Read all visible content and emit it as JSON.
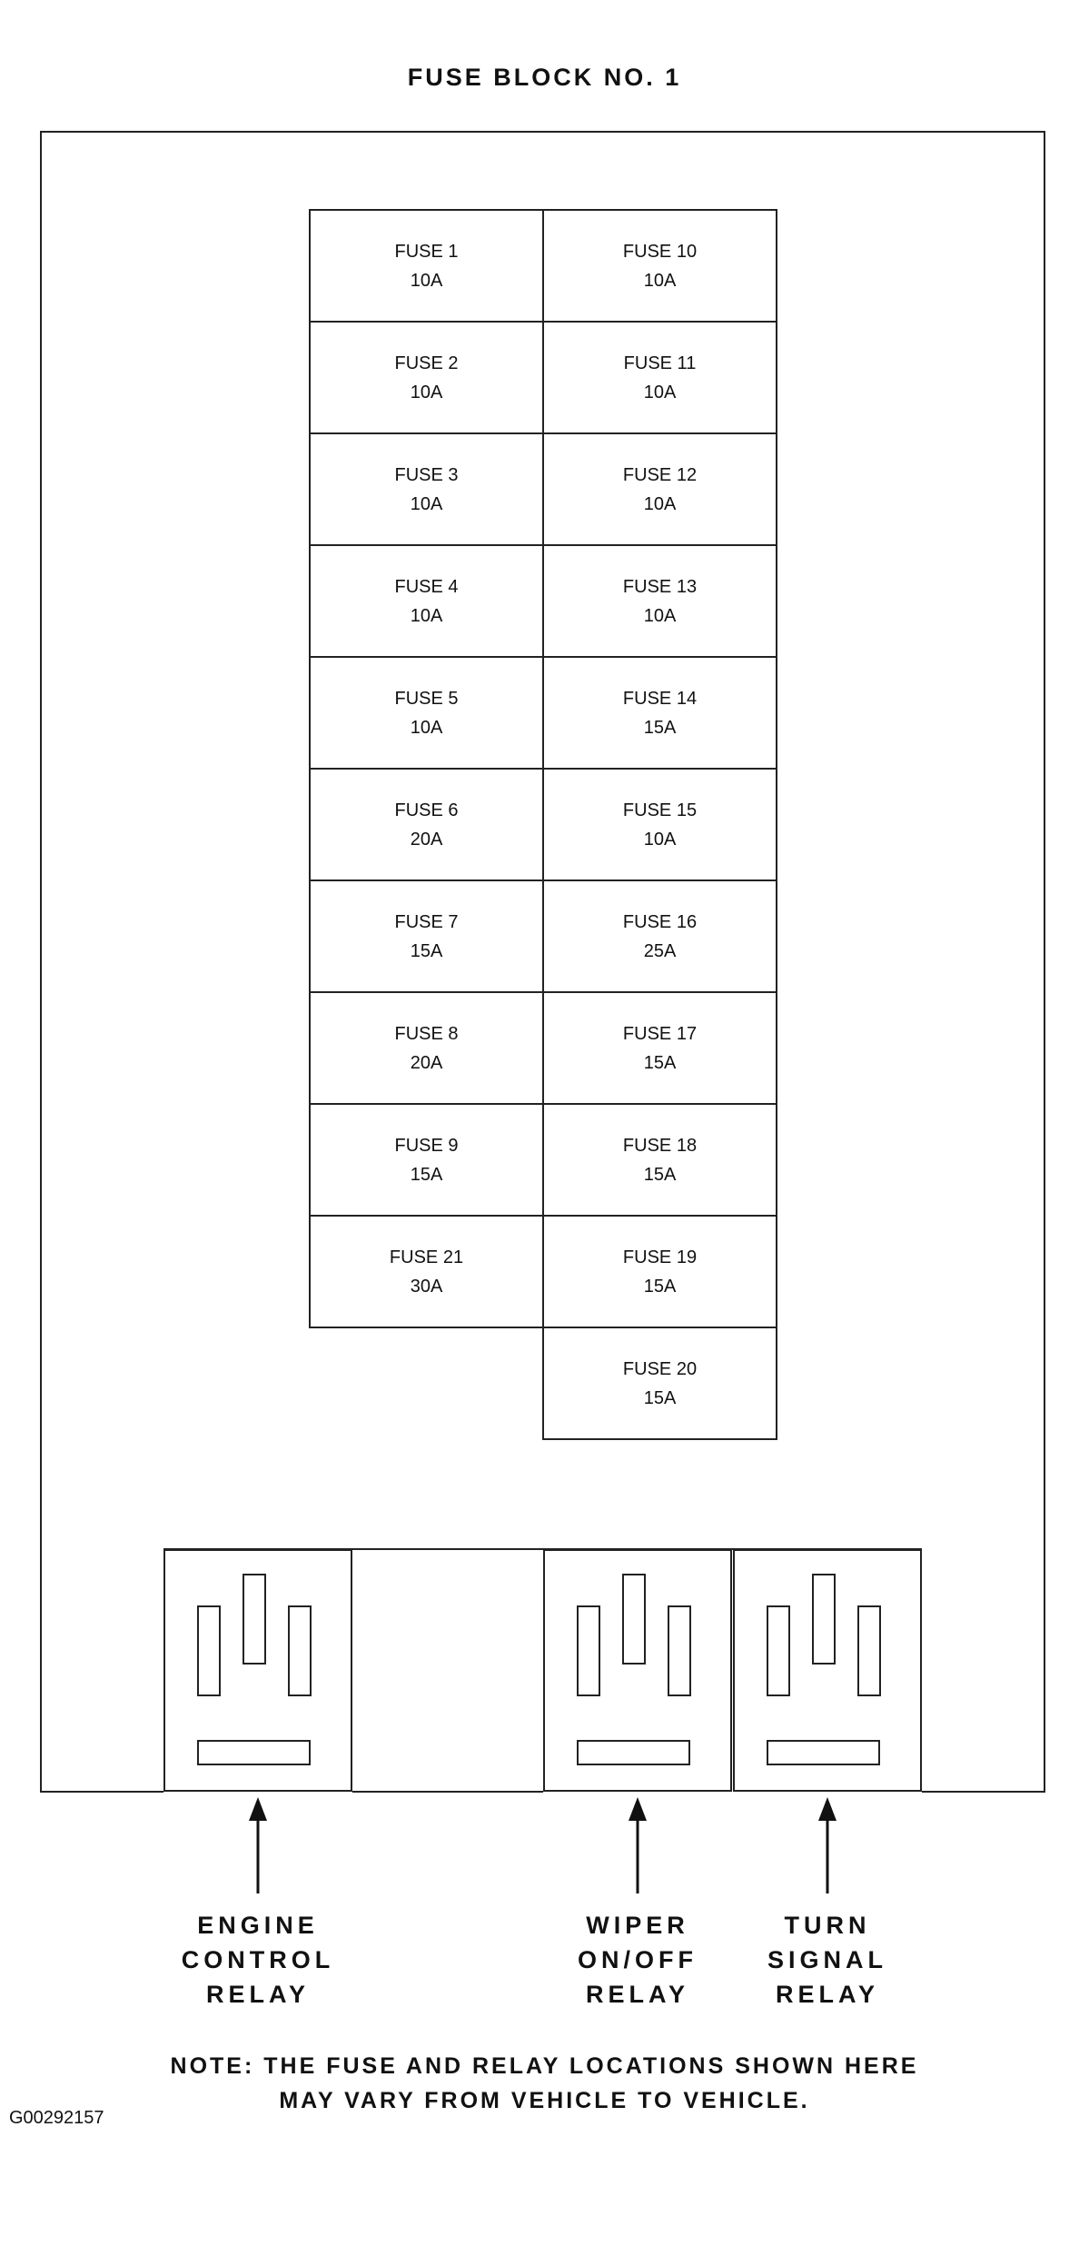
{
  "title": "FUSE BLOCK NO. 1",
  "fuses_left": [
    {
      "name": "FUSE 1",
      "rating": "10A"
    },
    {
      "name": "FUSE 2",
      "rating": "10A"
    },
    {
      "name": "FUSE 3",
      "rating": "10A"
    },
    {
      "name": "FUSE 4",
      "rating": "10A"
    },
    {
      "name": "FUSE 5",
      "rating": "10A"
    },
    {
      "name": "FUSE 6",
      "rating": "20A"
    },
    {
      "name": "FUSE 7",
      "rating": "15A"
    },
    {
      "name": "FUSE 8",
      "rating": "20A"
    },
    {
      "name": "FUSE 9",
      "rating": "15A"
    },
    {
      "name": "FUSE 21",
      "rating": "30A"
    }
  ],
  "fuses_right": [
    {
      "name": "FUSE 10",
      "rating": "10A"
    },
    {
      "name": "FUSE 11",
      "rating": "10A"
    },
    {
      "name": "FUSE 12",
      "rating": "10A"
    },
    {
      "name": "FUSE 13",
      "rating": "10A"
    },
    {
      "name": "FUSE 14",
      "rating": "15A"
    },
    {
      "name": "FUSE 15",
      "rating": "10A"
    },
    {
      "name": "FUSE 16",
      "rating": "25A"
    },
    {
      "name": "FUSE 17",
      "rating": "15A"
    },
    {
      "name": "FUSE 18",
      "rating": "15A"
    },
    {
      "name": "FUSE 19",
      "rating": "15A"
    },
    {
      "name": "FUSE 20",
      "rating": "15A"
    }
  ],
  "relays": [
    {
      "label": "ENGINE\nCONTROL\nRELAY"
    },
    {
      "label": "WIPER\nON/OFF\nRELAY"
    },
    {
      "label": "TURN\nSIGNAL\nRELAY"
    }
  ],
  "note": "NOTE: THE FUSE AND RELAY LOCATIONS  SHOWN HERE\nMAY VARY FROM VEHICLE TO VEHICLE.",
  "code": "G00292157"
}
